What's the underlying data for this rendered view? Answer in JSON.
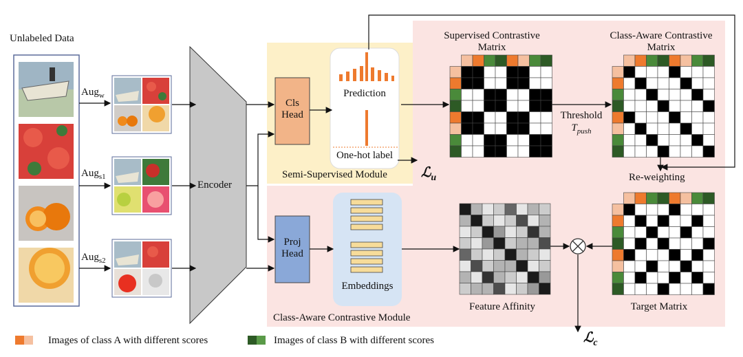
{
  "title": {
    "unlabeled_data": "Unlabeled Data"
  },
  "augmentations": {
    "weak": "Aug",
    "weak_sub": "w",
    "strong1": "Aug",
    "strong1_sub": "s1",
    "strong2": "Aug",
    "strong2_sub": "s2"
  },
  "encoder": {
    "label": "Encoder"
  },
  "semi_supervised": {
    "module_label": "Semi-Supervised Module",
    "cls_head_line1": "Cls",
    "cls_head_line2": "Head",
    "prediction": "Prediction",
    "one_hot": "One-hot label",
    "loss_u": "ℒ",
    "loss_u_sub": "u"
  },
  "contrastive": {
    "module_label": "Class-Aware Contrastive Module",
    "proj_head_line1": "Proj",
    "proj_head_line2": "Head",
    "embeddings": "Embeddings",
    "feature_affinity": "Feature Affinity",
    "target_matrix": "Target Matrix",
    "loss_c": "ℒ",
    "loss_c_sub": "c"
  },
  "matrices": {
    "supervised_line1": "Supervised Contrastive",
    "supervised_line2": "Matrix",
    "class_aware_line1": "Class-Aware Contrastive",
    "class_aware_line2": "Matrix",
    "threshold": "Threshold",
    "t_push": "T",
    "t_push_sub": "push",
    "reweighting": "Re-weighting"
  },
  "legend": {
    "class_a": "Images of class A with different scores",
    "class_b": "Images of class B with different scores"
  },
  "colors": {
    "orange_strong": "#ee7a2e",
    "orange_light": "#f5c0a0",
    "green_strong": "#4a8a3a",
    "green_dark": "#2d5a25",
    "semi_bg": "#fdf0c8",
    "contrast_bg": "#fbe4e2",
    "cls_head": "#f2b488",
    "proj_head": "#8aa8d8",
    "embed_bg": "#d6e4f4",
    "embed_bar": "#f7dc9a"
  }
}
